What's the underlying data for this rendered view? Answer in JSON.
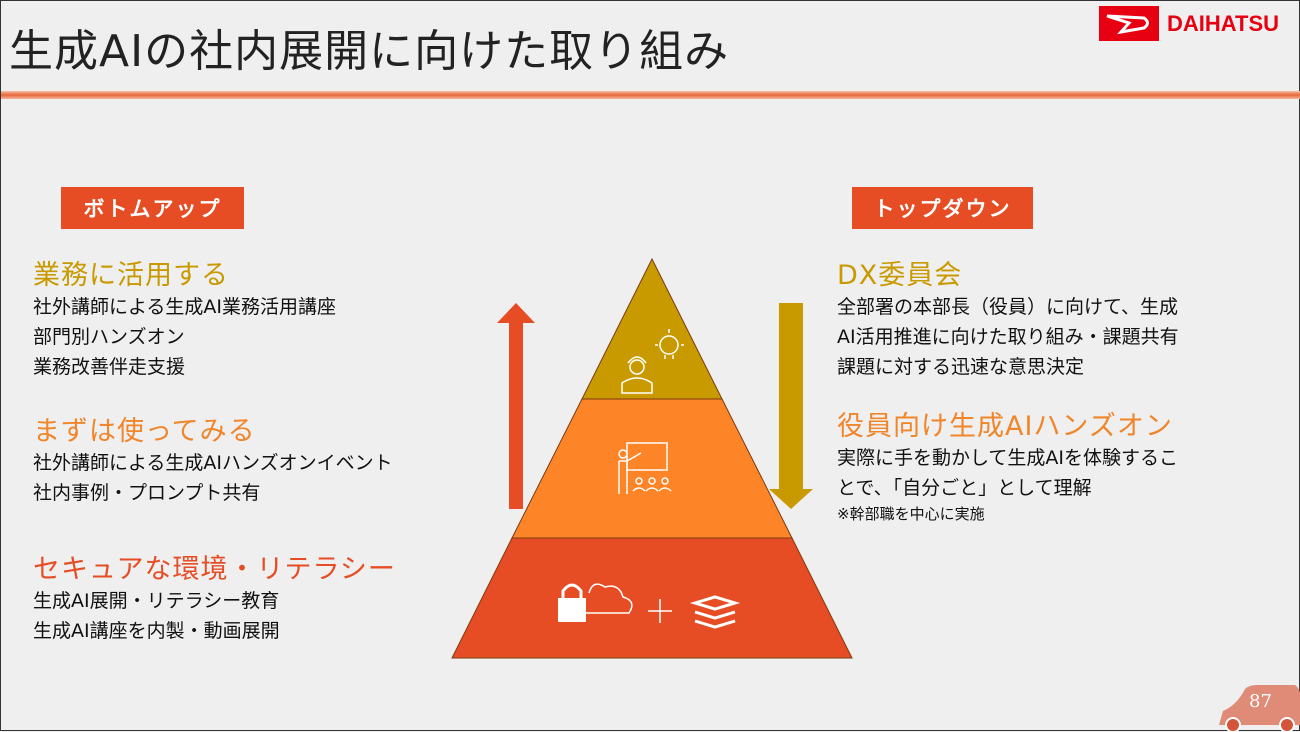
{
  "title": "生成AIの社内展開に向けた取り組み",
  "logo": "DAIHATSU",
  "page_number": "87",
  "left": {
    "tag": "ボトムアップ",
    "sections": [
      {
        "heading": "業務に活用する",
        "lines": [
          "社外講師による生成AI業務活用講座",
          "部門別ハンズオン",
          "業務改善伴走支援"
        ]
      },
      {
        "heading": "まずは使ってみる",
        "lines": [
          "社外講師による生成AIハンズオンイベント",
          "社内事例・プロンプト共有"
        ]
      },
      {
        "heading": "セキュアな環境・リテラシー",
        "lines": [
          "生成AI展開・リテラシー教育",
          "生成AI講座を内製・動画展開"
        ]
      }
    ]
  },
  "right": {
    "tag": "トップダウン",
    "sections": [
      {
        "heading": "DX委員会",
        "lines": [
          "全部署の本部長（役員）に向けて、生成",
          "AI活用推進に向けた取り組み・課題共有",
          "課題に対する迅速な意思決定"
        ]
      },
      {
        "heading": "役員向け生成AIハンズオン",
        "lines": [
          "実際に手を動かして生成AIを体験するこ",
          "とで、「自分ごと」として理解"
        ],
        "note": "※幹部職を中心に実施"
      }
    ]
  },
  "colors": {
    "gold": "#c99a00",
    "orange": "#fe8527",
    "red": "#e64d25"
  }
}
